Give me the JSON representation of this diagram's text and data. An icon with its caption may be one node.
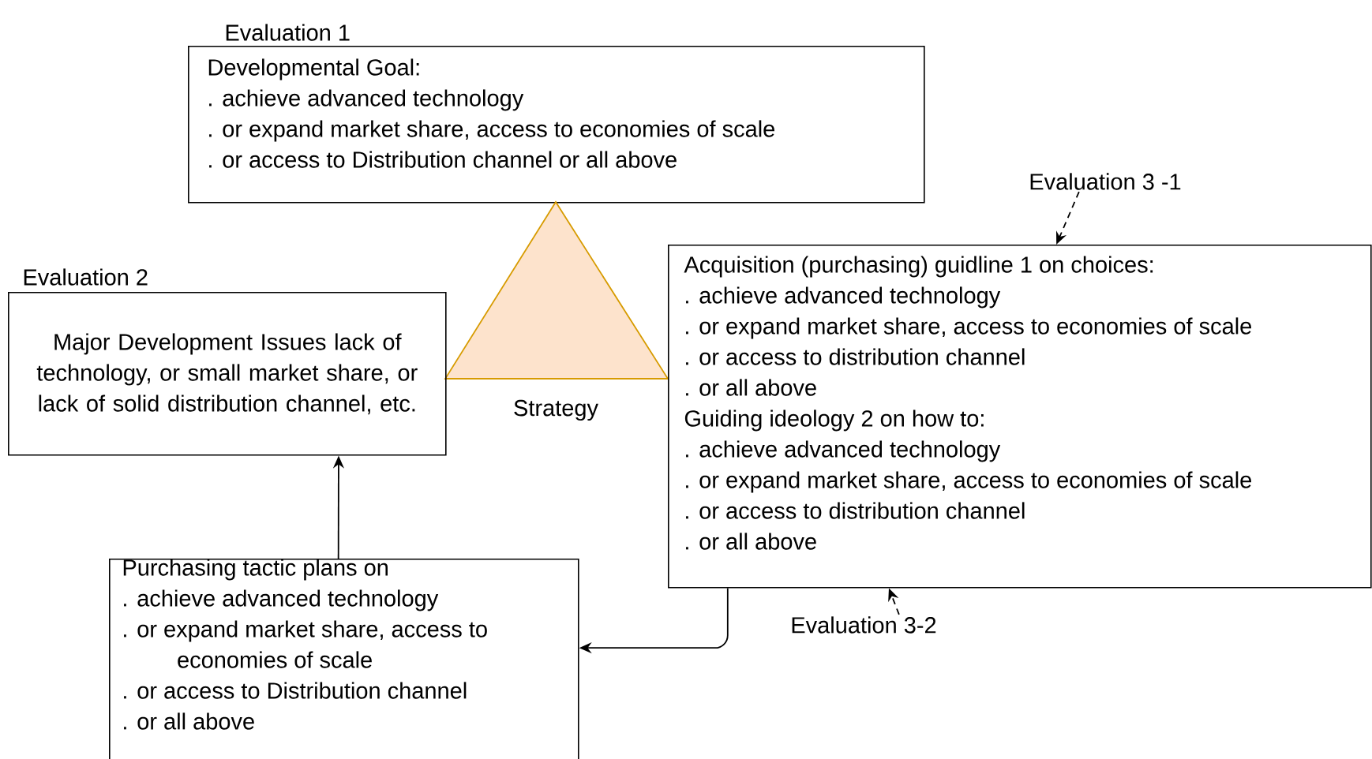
{
  "diagram": {
    "nodes": [
      {
        "text": [
          "Evaluation 1",
          "Developmental Goal:",
          ".  achieve advanced technology",
          ".  or expand market share, access to economies of scale",
          ".  or access to Distribution channel or all above"
        ]
      },
      {
        "text": [],
        "shape": "triangle",
        "beside": [
          "Strategy"
        ]
      },
      {
        "text": [
          "Evaluation 2",
          "Major Development Issues lack of technology, or small market share, or lack of solid distribution channel, etc."
        ]
      },
      {
        "text": [
          "Acquisition (purchasing) guidline 1 on choices:",
          ".  achieve advanced technology",
          ".  or expand market share, access to economies of scale",
          ".  or access to distribution channel",
          ".  or all above",
          "Guiding ideology 2 on how to:",
          ".  achieve advanced technology",
          ".  or expand market share, access to economies of scale",
          ".  or access to distribution channel",
          ".  or all above"
        ]
      },
      {
        "text": [
          "Purchasing tactic plans on",
          ".  achieve advanced technology",
          ".  or expand market share, access to economies of scale",
          ".  or access to Distribution channel",
          ".  or all above"
        ]
      },
      {
        "text": [
          "Evaluation 3 -1"
        ]
      },
      {
        "text": [
          "Evaluation 3-2"
        ]
      }
    ],
    "edges": [
      {
        "from": 4,
        "to": 2,
        "arrow": "to"
      },
      {
        "from": 3,
        "to": 4,
        "arrow": "to"
      },
      {
        "from": 5,
        "to": 3,
        "arrow": "to",
        "style": "dashed"
      },
      {
        "from": 6,
        "to": 3,
        "arrow": "to",
        "style": "dashed"
      }
    ]
  }
}
